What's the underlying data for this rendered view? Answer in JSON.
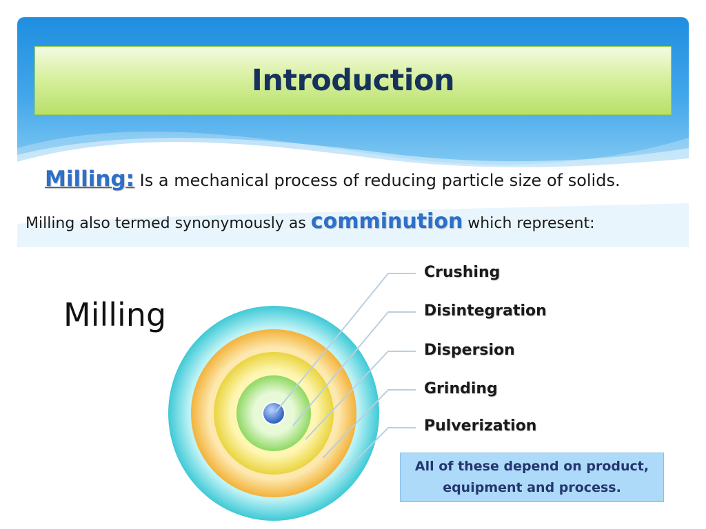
{
  "slide": {
    "title": "Introduction",
    "definition": {
      "term": "Milling:",
      "text": " Is a mechanical process of reducing particle size of solids."
    },
    "synonym": {
      "prefix": "Milling also termed synonymously as ",
      "term": "comminution",
      "suffix": " which represent:"
    },
    "diagram_label": "Milling",
    "items": [
      "Crushing",
      "Disintegration",
      "Dispersion",
      "Grinding",
      "Pulverization"
    ],
    "note": "All of these depend on product, equipment and process."
  },
  "colors": {
    "ring_outer": "#3fc9d6",
    "ring_orange": "#f3b23a",
    "ring_yellow": "#f6e15c",
    "ring_green": "#8fd862",
    "center_dot": "#3a74d1",
    "title_text": "#16325c",
    "accent_blue": "#2e6fc8"
  }
}
